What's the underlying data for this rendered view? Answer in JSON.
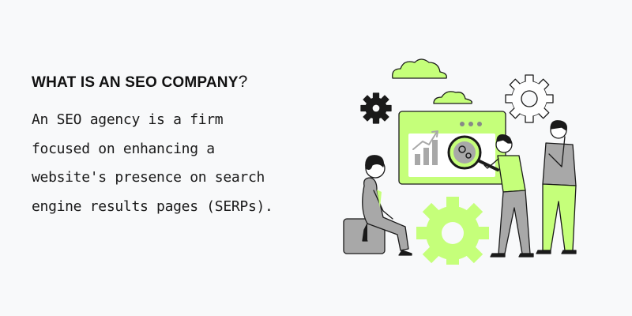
{
  "heading": {
    "main": "WHAT IS AN SEO COMPANY",
    "mark": "?"
  },
  "body_lines": [
    "An SEO agency is a firm",
    "focused on enhancing a",
    "website's presence on search",
    "engine results pages (SERPs)."
  ],
  "colors": {
    "background": "#f8f9fa",
    "accent": "#c5ff7a",
    "gray": "#a8a8a8",
    "dark": "#1a1a1a"
  },
  "icons": [
    "cloud-icon",
    "gear-icon",
    "bar-chart-icon",
    "magnifier-icon"
  ]
}
